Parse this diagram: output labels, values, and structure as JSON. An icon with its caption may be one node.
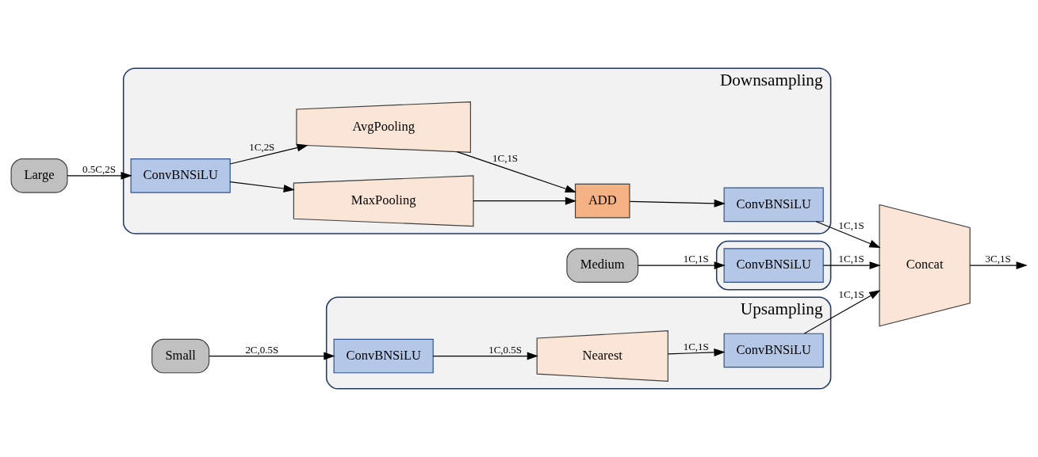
{
  "diagram": {
    "nodes": [
      {
        "text": [
          "Large"
        ]
      },
      {
        "text": [
          "Downsampling"
        ]
      },
      {
        "text": [
          "ConvBNSiLU"
        ],
        "in": 1
      },
      {
        "text": [
          "MaxPooling"
        ],
        "in": 1
      },
      {
        "text": [
          "AvgPooling"
        ],
        "in": 1
      },
      {
        "text": [
          "ADD"
        ],
        "in": 1
      },
      {
        "text": [
          "ConvBNSiLU"
        ],
        "in": 1
      },
      {
        "text": [
          "Medium"
        ]
      },
      {
        "text": [],
        "shape": "box"
      },
      {
        "text": [
          "ConvBNSiLU"
        ],
        "in": 8
      },
      {
        "text": [
          "Concat"
        ]
      },
      {
        "text": [
          "Small"
        ]
      },
      {
        "text": [
          "Upsampling"
        ]
      },
      {
        "text": [
          "ConvBNSiLU"
        ],
        "in": 12
      },
      {
        "text": [
          "Nearest"
        ],
        "in": 12
      },
      {
        "text": [
          "ConvBNSiLU"
        ],
        "in": 12
      }
    ],
    "edges": [
      {
        "from": 0,
        "to": 2,
        "arrow": "to",
        "label": "0.5C,2S"
      },
      {
        "from": 2,
        "to": 3,
        "arrow": "to"
      },
      {
        "from": 2,
        "to": 4,
        "arrow": "to",
        "label": "1C,2S"
      },
      {
        "from": 3,
        "to": 5,
        "arrow": "to"
      },
      {
        "from": 4,
        "to": 5,
        "arrow": "to",
        "label": "1C,1S"
      },
      {
        "from": 5,
        "to": 6,
        "arrow": "to"
      },
      {
        "from": 6,
        "to": 10,
        "arrow": "to",
        "label": "1C,1S"
      },
      {
        "from": 7,
        "to": 9,
        "arrow": "to",
        "label": "1C,1S"
      },
      {
        "from": 9,
        "to": 10,
        "arrow": "to",
        "label": "1C,1S"
      },
      {
        "from": 11,
        "to": 13,
        "arrow": "to",
        "label": "2C,0.5S"
      },
      {
        "from": 13,
        "to": 14,
        "arrow": "to",
        "label": "1C,0.5S"
      },
      {
        "from": 14,
        "to": 15,
        "arrow": "to",
        "label": "1C,1S"
      },
      {
        "from": 15,
        "to": 10,
        "arrow": "to",
        "label": "1C,1S"
      },
      {
        "from": 10,
        "to": null,
        "arrow": "to",
        "label": "3C,1S"
      }
    ]
  }
}
